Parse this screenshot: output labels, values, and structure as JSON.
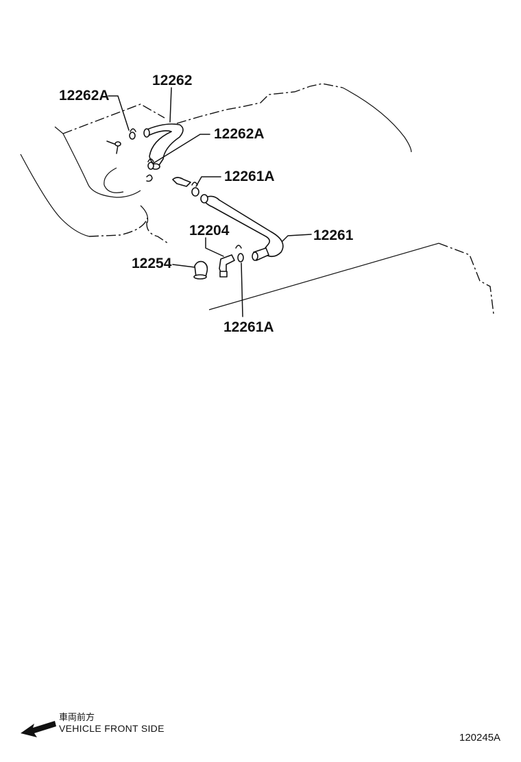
{
  "callouts": [
    {
      "id": "c1",
      "text": "12262"
    },
    {
      "id": "c2",
      "text": "12262A"
    },
    {
      "id": "c3",
      "text": "12262A"
    },
    {
      "id": "c4",
      "text": "12261A"
    },
    {
      "id": "c5",
      "text": "12261"
    },
    {
      "id": "c6",
      "text": "12204"
    },
    {
      "id": "c7",
      "text": "12254"
    },
    {
      "id": "c8",
      "text": "12261A"
    }
  ],
  "footer": {
    "direction_jp": "車両前方",
    "direction_en": "VEHICLE FRONT SIDE",
    "diagram_code": "120245A"
  }
}
